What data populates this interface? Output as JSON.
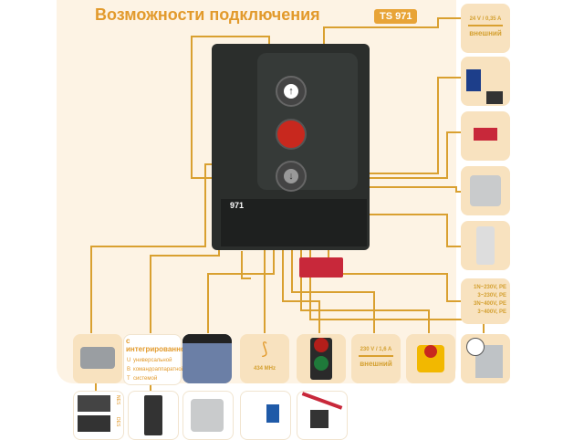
{
  "header": {
    "title": "Возможности подключения",
    "model": "TS 971"
  },
  "controller": {
    "label": "971"
  },
  "right_column": {
    "power_24v": {
      "spec": "24 V / 0,35 A",
      "label": "внешний"
    },
    "mains": [
      "1N~230V, PE",
      "3~230V, PE",
      "3N~400V, PE",
      "3~400V, PE"
    ]
  },
  "bottom_row": {
    "integrated": {
      "title": "с интегрированной",
      "lines": [
        "универсальной",
        "командоаппаратной",
        "системой"
      ],
      "letters": [
        "U",
        "B",
        "T"
      ]
    },
    "radio": {
      "freq": "434 MHz"
    },
    "power_230v": {
      "spec": "230 V / 1,6 A",
      "label": "внешний"
    },
    "limit_labels": [
      "NES",
      "DES"
    ]
  },
  "colors": {
    "accent": "#e29a2c",
    "line": "#d9a030",
    "panel": "#fdf3e4",
    "tile": "#f8e2bf"
  }
}
